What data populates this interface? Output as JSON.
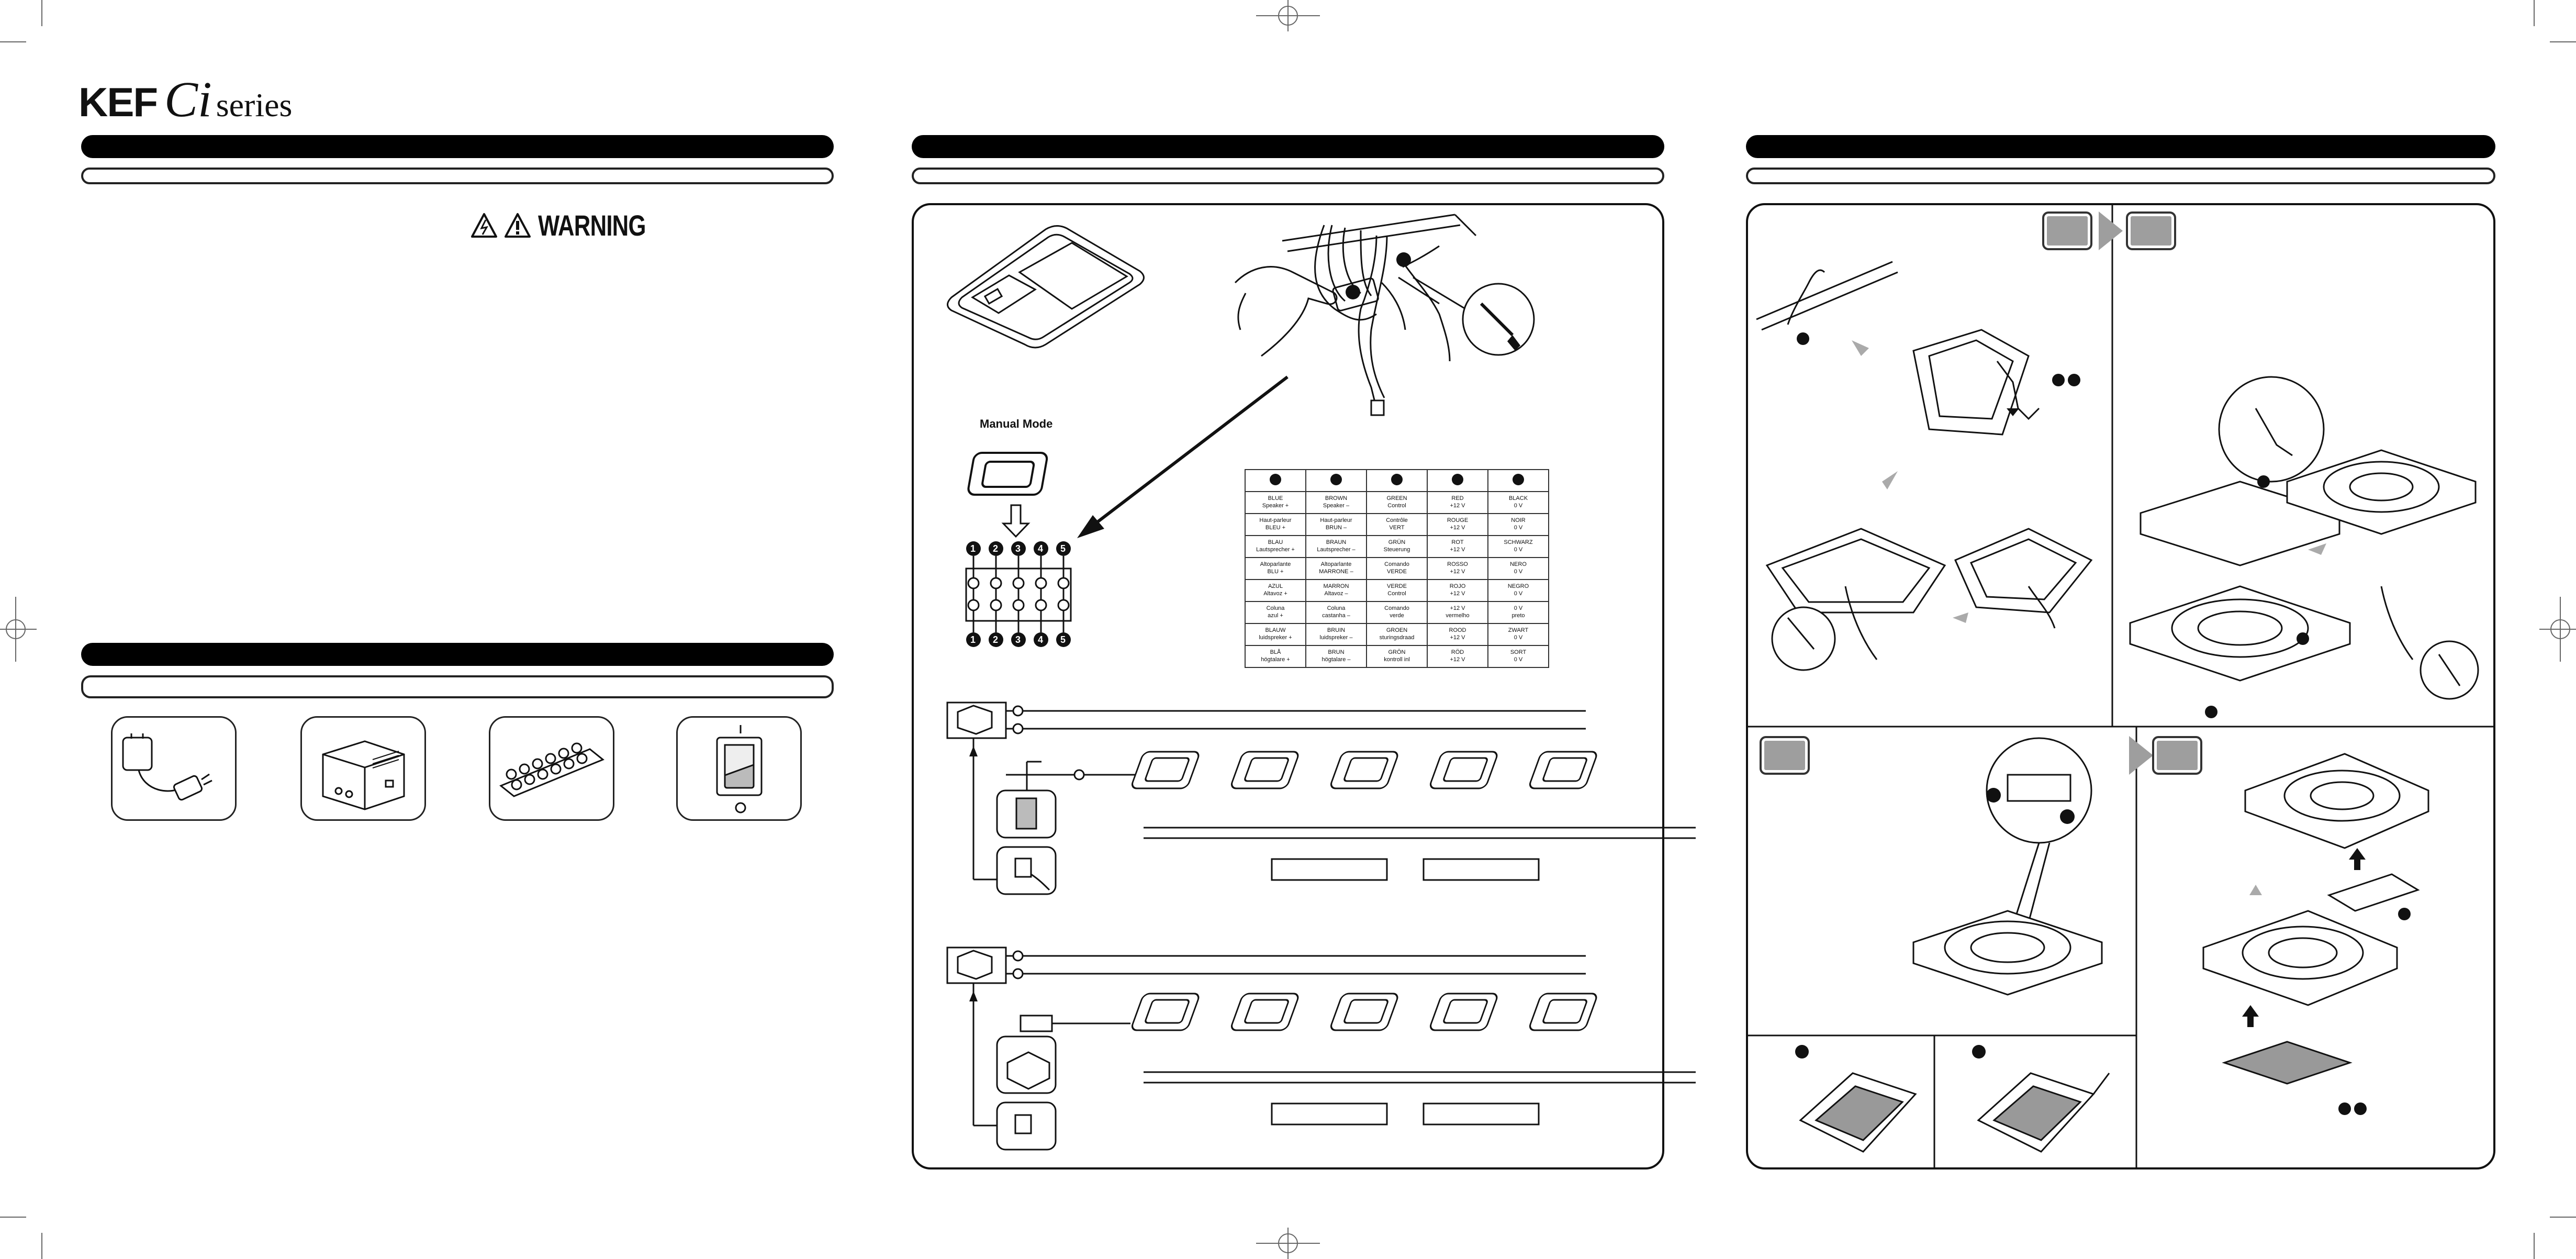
{
  "logo": {
    "brand": "KEF",
    "ci": "Ci",
    "series": "series"
  },
  "warning": {
    "text": "WARNING"
  },
  "manual_mode": {
    "label": "Manual Mode"
  },
  "terminal_numbers": [
    "1",
    "2",
    "3",
    "4",
    "5"
  ],
  "wire_table": {
    "rows": [
      [
        [
          "BLUE",
          "Speaker +"
        ],
        [
          "BROWN",
          "Speaker –"
        ],
        [
          "GREEN",
          "Control"
        ],
        [
          "RED",
          "+12 V"
        ],
        [
          "BLACK",
          "0 V"
        ]
      ],
      [
        [
          "Haut-parleur",
          "BLEU +"
        ],
        [
          "Haut-parleur",
          "BRUN –"
        ],
        [
          "Contrôle",
          "VERT"
        ],
        [
          "ROUGE",
          "+12 V"
        ],
        [
          "NOIR",
          "0 V"
        ]
      ],
      [
        [
          "BLAU",
          "Lautsprecher +"
        ],
        [
          "BRAUN",
          "Lautsprecher –"
        ],
        [
          "GRÜN",
          "Steuerung"
        ],
        [
          "ROT",
          "+12 V"
        ],
        [
          "SCHWARZ",
          "0 V"
        ]
      ],
      [
        [
          "Altoparlante",
          "BLU +"
        ],
        [
          "Altoparlante",
          "MARRONE –"
        ],
        [
          "Comando",
          "VERDE"
        ],
        [
          "ROSSO",
          "+12 V"
        ],
        [
          "NERO",
          "0 V"
        ]
      ],
      [
        [
          "AZUL",
          "Altavoz +"
        ],
        [
          "MARRON",
          "Altavoz –"
        ],
        [
          "VERDE",
          "Control"
        ],
        [
          "ROJO",
          "+12 V"
        ],
        [
          "NEGRO",
          "0 V"
        ]
      ],
      [
        [
          "Coluna",
          "azul +"
        ],
        [
          "Coluna",
          "castanha –"
        ],
        [
          "Comando",
          "verde"
        ],
        [
          "+12 V",
          "vermelho"
        ],
        [
          "0 V",
          "preto"
        ]
      ],
      [
        [
          "BLAUW",
          "luidspreker +"
        ],
        [
          "BRUIN",
          "luidspreker –"
        ],
        [
          "GROEN",
          "sturingsdraad"
        ],
        [
          "ROOD",
          "+12 V"
        ],
        [
          "ZWART",
          "0 V"
        ]
      ],
      [
        [
          "BLÅ",
          "högtalare +"
        ],
        [
          "BRUN",
          "högtalare –"
        ],
        [
          "GRÖN",
          "kontroll inl"
        ],
        [
          "RÖD",
          "+12 V"
        ],
        [
          "SORT",
          "0 V"
        ]
      ]
    ]
  }
}
